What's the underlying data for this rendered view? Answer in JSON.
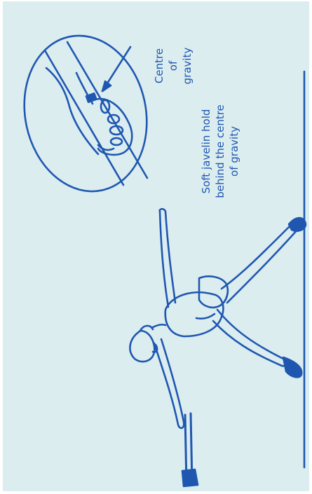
{
  "colors": {
    "background": "#dcedf0",
    "ink": "#1f57b0"
  },
  "labels": {
    "centre_of_gravity": [
      "Centre",
      "of",
      "gravity"
    ],
    "caption": [
      "Soft javelin hold",
      "behind the centre",
      "of gravity"
    ]
  }
}
